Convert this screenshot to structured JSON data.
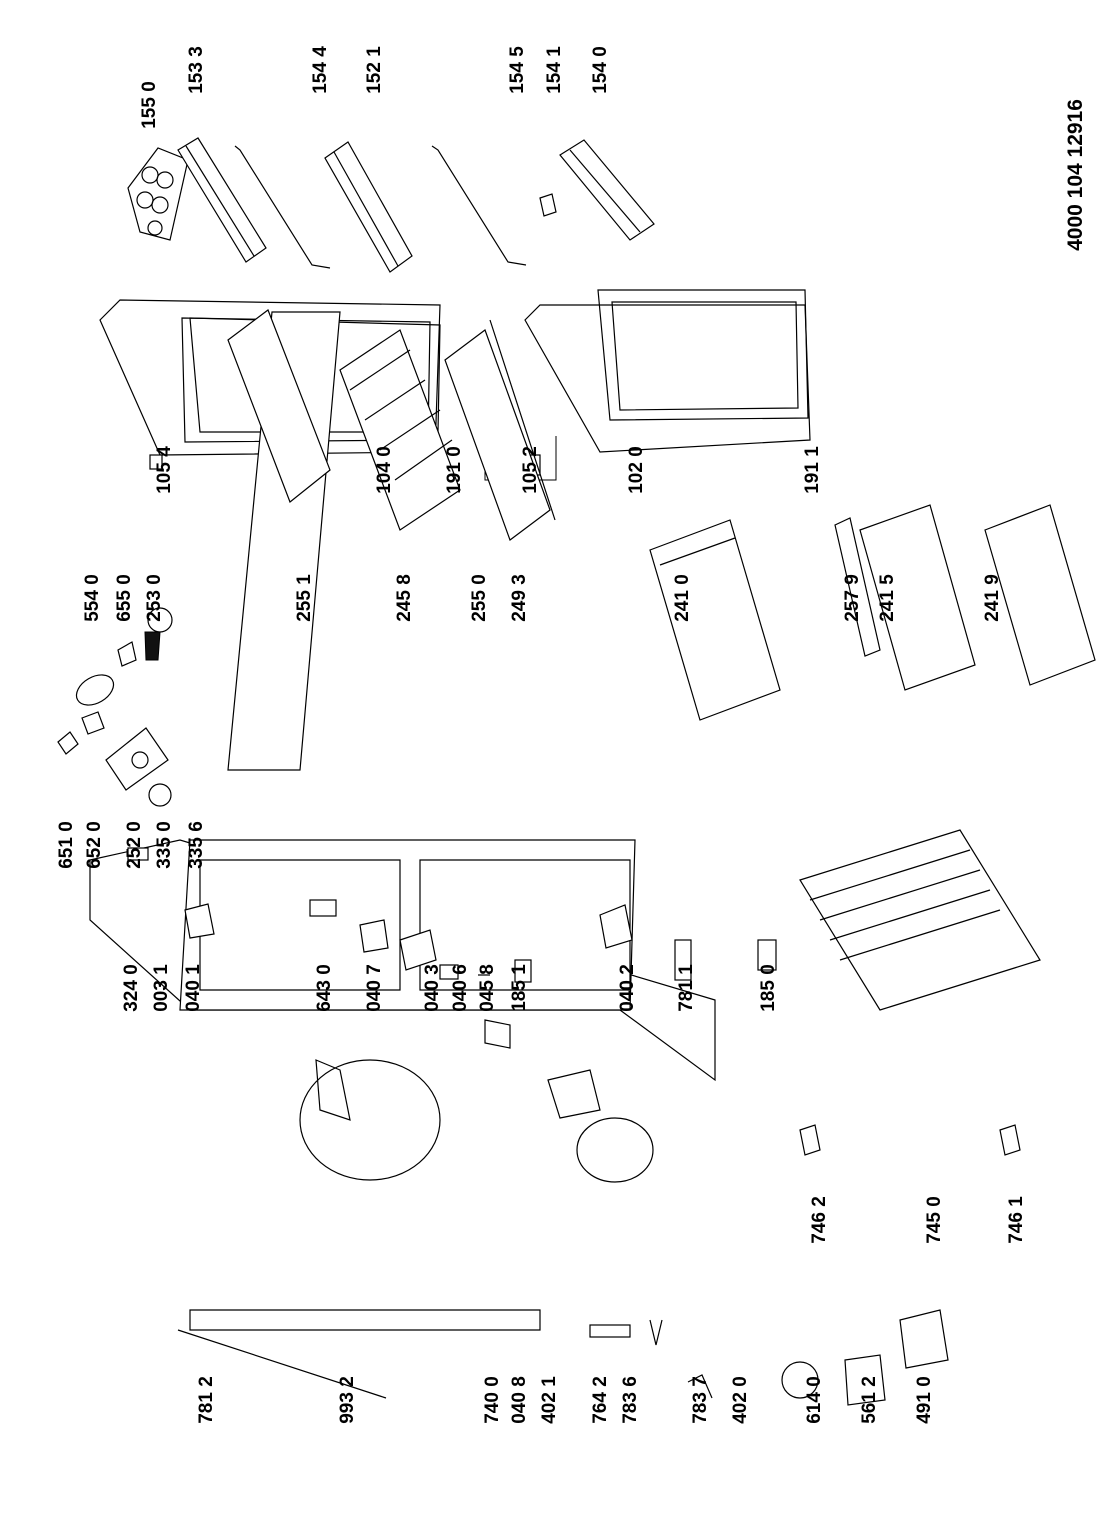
{
  "document_number": "4000 104 12916",
  "labels": {
    "p155_0": "155 0",
    "p153_3": "153 3",
    "p154_4": "154 4",
    "p152_1": "152 1",
    "p154_5": "154 5",
    "p154_1": "154 1",
    "p154_0": "154 0",
    "p105_4": "105 4",
    "p104_0": "104 0",
    "p191_0": "191 0",
    "p105_2": "105 2",
    "p102_0": "102 0",
    "p191_1": "191 1",
    "p651_0": "651 0",
    "p652_0": "652 0",
    "p252_0": "252 0",
    "p335_0": "335 0",
    "p335_6": "335 6",
    "p554_0": "554 0",
    "p655_0": "655 0",
    "p253_0": "253 0",
    "p255_1": "255 1",
    "p245_8": "245 8",
    "p255_0": "255 0",
    "p249_3": "249 3",
    "p241_0": "241 0",
    "p257_9": "257 9",
    "p241_5": "241 5",
    "p241_9": "241 9",
    "p324_0": "324 0",
    "p003_1": "003 1",
    "p040_1": "040 1",
    "p643_0": "643 0",
    "p040_7": "040 7",
    "p040_3": "040 3",
    "p040_6": "040 6",
    "p045_8": "045 8",
    "p185_1": "185 1",
    "p040_2": "040 2",
    "p781_1": "781 1",
    "p185_0": "185 0",
    "p746_2": "746 2",
    "p745_0": "745 0",
    "p746_1": "746 1",
    "p781_2": "781 2",
    "p993_2": "993 2",
    "p740_0": "740 0",
    "p040_8": "040 8",
    "p402_1": "402 1",
    "p764_2": "764 2",
    "p783_6": "783 6",
    "p783_7": "783 7",
    "p402_0": "402 0",
    "p614_0": "614 0",
    "p561_2": "561 2",
    "p491_0": "491 0"
  }
}
